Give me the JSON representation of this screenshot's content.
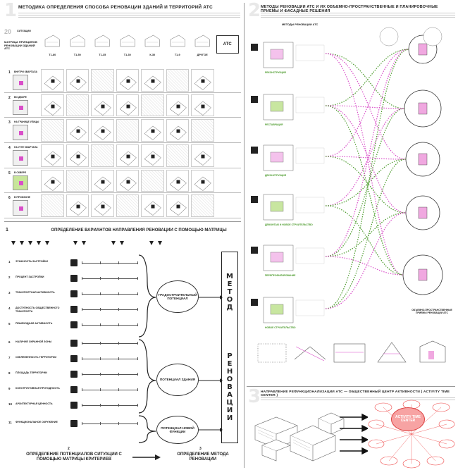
{
  "panel1": {
    "number": "1",
    "title": "МЕТОДИКА ОПРЕДЕЛЕНИЯ СПОСОБА РЕНОВАЦИИ ЗДАНИЙ И ТЕРРИТОРИЙ АТС",
    "matrix_caption": "МАТРИЦА ПРИНЦИПОВ РЕНОВАЦИИ ЗДАНИЙ АТС",
    "situations_label": "СИТУАЦИИ",
    "situations_count": "20",
    "building_types": [
      "Т1-80",
      "Т1-50",
      "Т1-35",
      "Т1-30",
      "К-30",
      "Т1-9",
      "ДРУГОЕ"
    ],
    "ats_label": "АТС",
    "rows": [
      {
        "num": "1",
        "label": "ВНУТРИ КВАРТАЛА"
      },
      {
        "num": "2",
        "label": "ВО ДВОРЕ"
      },
      {
        "num": "3",
        "label": "НА ГРАНИЦЕ УЛИЦЫ"
      },
      {
        "num": "4",
        "label": "НА УГЛУ КВАРТАЛА"
      },
      {
        "num": "5",
        "label": "В СКВЕРЕ"
      },
      {
        "num": "6",
        "label": "В ПРОМЗОНЕ"
      }
    ],
    "section1_caption": "ОПРЕДЕЛЕНИЕ ВАРИАНТОВ НАПРАВЛЕНИЯ РЕНОВАЦИИ С ПОМОЩЬЮ МАТРИЦЫ",
    "section1_num": "1",
    "criteria": [
      {
        "num": "1",
        "label": "ЭТАЖНОСТЬ ЗАСТРОЙКИ"
      },
      {
        "num": "2",
        "label": "ПРОЦЕНТ ЗАСТРОЙКИ"
      },
      {
        "num": "3",
        "label": "ТРАНСПОРТНАЯ АКТИВНОСТЬ"
      },
      {
        "num": "4",
        "label": "ДОСТУПНОСТЬ ОБЩЕСТВЕННОГО ТРАНСПОРТА"
      },
      {
        "num": "5",
        "label": "ПЕШЕХОДНАЯ АКТИВНОСТЬ"
      },
      {
        "num": "6",
        "label": "НАЛИЧИЕ ОХРАННОЙ ЗОНЫ"
      },
      {
        "num": "7",
        "label": "ОЗЕЛЕНЕННОСТЬ ТЕРРИТОРИИ"
      },
      {
        "num": "8",
        "label": "ПЛОЩАДЬ ТЕРРИТОРИИ"
      },
      {
        "num": "9",
        "label": "КОНСТРУКТИВНАЯ ПРИГОДНОСТЬ"
      },
      {
        "num": "10",
        "label": "АРХИТЕКТУРНАЯ ЦЕННОСТЬ"
      },
      {
        "num": "11",
        "label": "ФУНКЦИОНАЛЬНОЕ ОКРУЖЕНИЕ"
      }
    ],
    "potentials": [
      "ГРАДОСТРОИТЕЛЬНЫЙ ПОТЕНЦИАЛ",
      "ПОТЕНЦИАЛ ЗДАНИЯ",
      "ПОТЕНЦИАЛ НОВОЙ ФУНКЦИИ"
    ],
    "method_letters1": [
      "М",
      "Е",
      "Т",
      "О",
      "Д"
    ],
    "method_letters2": [
      "Р",
      "Е",
      "Н",
      "О",
      "В",
      "А",
      "Ц",
      "И",
      "И"
    ],
    "section2_num": "2",
    "section2_caption": "ОПРЕДЕЛЕНИЕ ПОТЕНЦИАЛОВ СИТУАЦИИ С ПОМОЩЬЮ МАТРИЦЫ КРИТЕРИЕВ",
    "section3_num": "3",
    "section3_caption": "ОПРЕДЕЛЕНИЕ МЕТОДА РЕНОВАЦИИ"
  },
  "panel2": {
    "number": "2",
    "title": "МЕТОДЫ РЕНОВАЦИИ АТС И ИХ ОБЪЕМНО-ПРОСТРАНСТВЕННЫЕ И ПЛАНИРОВОЧНЫЕ ПРИЕМЫ И ФАСАДНЫЕ РЕШЕНИЯ",
    "methods_caption": "МЕТОДЫ РЕНОВАЦИИ АТС",
    "methods": [
      "РЕКОНСТРУКЦИЯ",
      "РЕСТАВРАЦИЯ",
      "ДЕКОНСТРУКЦИЯ",
      "ДЕМОНТАЖ И НОВОЕ СТРОИТЕЛЬСТВО",
      "ПЕРЕПРОФИЛИРОВАНИЕ",
      "НОВОЕ СТРОИТЕЛЬСТВО"
    ],
    "right_label": "ОБЪЕМНО-ПРОСТРАНСТВЕННЫЕ ПРИЕМЫ РЕНОВАЦИИ АТС",
    "colors": {
      "pink": "#d94fc9",
      "green": "#4a9a2a",
      "accent": "#e83aa8"
    }
  },
  "panel3": {
    "number": "3",
    "title": "НАПРАВЛЕНИЕ РЕФУНКЦИОНАЛИЗАЦИИ АТС — ОБЩЕСТВЕННЫЙ ЦЕНТР АКТИВНОСТИ ( ACTIVITY TIME CENTER )",
    "center_label": "ACTIVITY TIME CENTER"
  }
}
